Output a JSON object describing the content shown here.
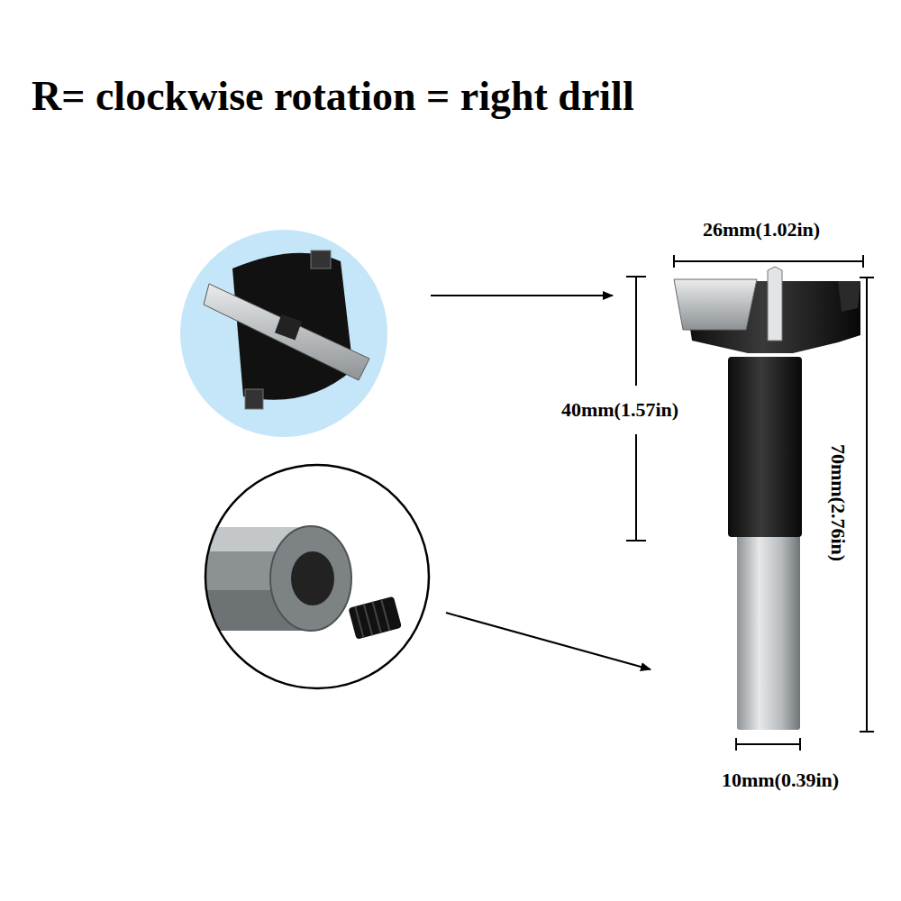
{
  "diagram": {
    "title": "R= clockwise rotation = right drill",
    "labels": [
      "26mm(1.02in)",
      "40mm(1.57in)",
      "70mm(2.76in)",
      "10mm(0.39in)"
    ]
  }
}
